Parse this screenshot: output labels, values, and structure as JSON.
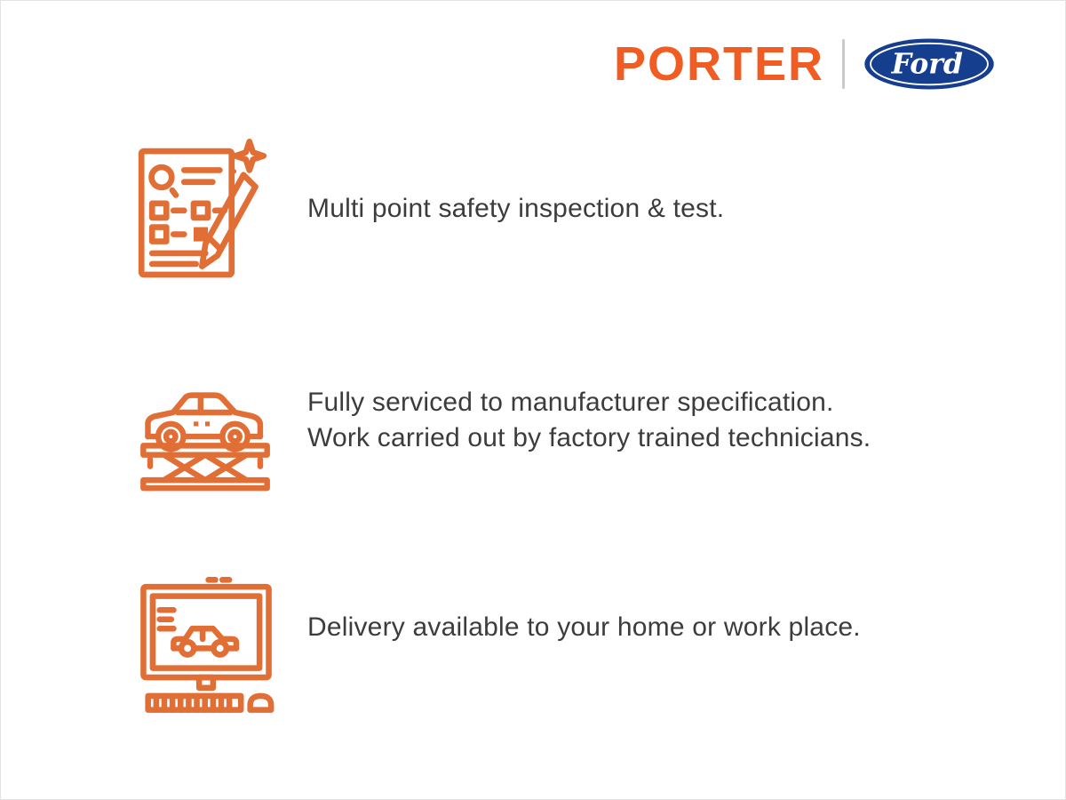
{
  "brand": {
    "name": "PORTER",
    "partner": "Ford"
  },
  "features": [
    {
      "icon": "inspection-checklist-icon",
      "lines": [
        "Multi point safety inspection & test."
      ]
    },
    {
      "icon": "car-service-lift-icon",
      "lines": [
        "Fully serviced to manufacturer specification.",
        "Work carried out by factory trained technicians."
      ]
    },
    {
      "icon": "home-delivery-monitor-icon",
      "lines": [
        "Delivery available to your home or work place."
      ]
    }
  ],
  "colors": {
    "brand_orange": "#F15C22",
    "icon_orange": "#E06E35",
    "ford_blue": "#163E8F",
    "text": "#3C3C3C"
  }
}
